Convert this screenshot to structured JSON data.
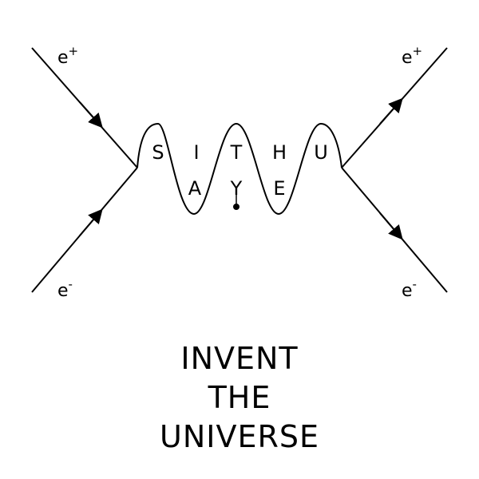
{
  "diagram": {
    "type": "feynman-diagram",
    "particles": {
      "top_left": {
        "base": "e",
        "charge": "+"
      },
      "bottom_left": {
        "base": "e",
        "charge": "-"
      },
      "top_right": {
        "base": "e",
        "charge": "+"
      },
      "bottom_right": {
        "base": "e",
        "charge": "-"
      }
    },
    "wave_upper_letters": [
      "S",
      "I",
      "T",
      "H",
      "U"
    ],
    "wave_lower_letters": [
      "A",
      "Y",
      "E"
    ],
    "line_color": "#000000",
    "background_color": "#ffffff"
  },
  "caption": {
    "lines": [
      "INVENT",
      "THE",
      "UNIVERSE"
    ]
  }
}
